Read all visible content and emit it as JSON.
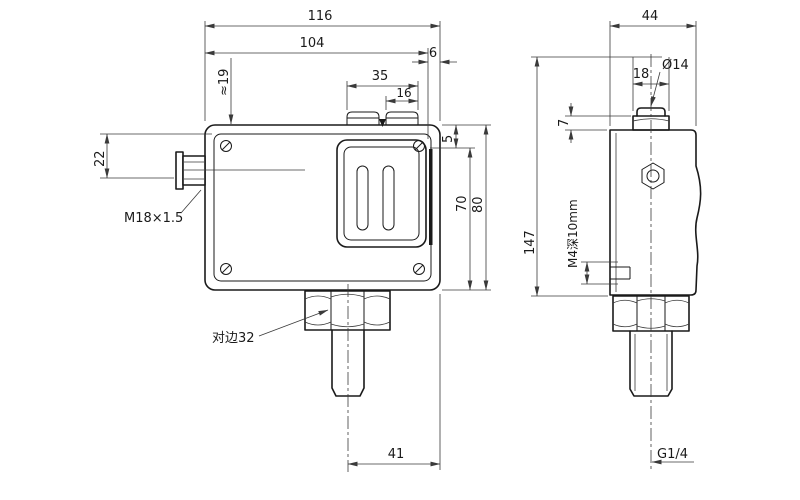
{
  "colors": {
    "line": "#1a1a1a",
    "background": "#ffffff"
  },
  "front_view": {
    "dim_total_width": "116",
    "dim_body_width": "104",
    "dim_edge_gap": "6",
    "dim_caps_span": "35",
    "dim_cap_width": "16",
    "dim_clearance": "≈19",
    "dim_connector_drop": "22",
    "dim_top_inset": "5",
    "dim_window_height": "70",
    "dim_body_height": "80",
    "dim_stem_to_edge": "41",
    "label_thread": "M18×1.5",
    "label_hex_flats": "对边32"
  },
  "side_view": {
    "dim_depth": "44",
    "dim_gland_width": "18",
    "dim_gland_dia": "Ø14",
    "dim_gland_height": "7",
    "dim_total_height": "147",
    "label_side_hole": "M4深10mm",
    "label_process_thread": "G1/4"
  }
}
